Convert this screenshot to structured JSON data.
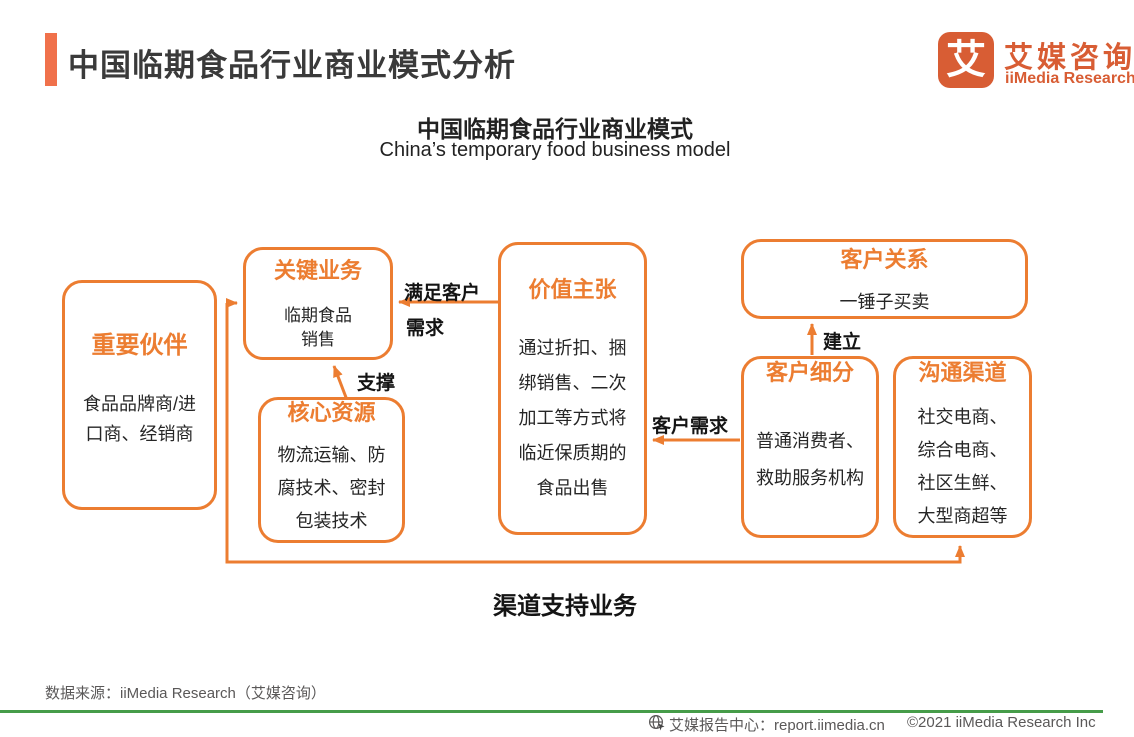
{
  "colors": {
    "accent_orange": "#EC7D31",
    "title_bar_orange": "#F0714B",
    "logo_orange": "#D85D34",
    "divider_green": "#469C49"
  },
  "header": {
    "title": "中国临期食品行业商业模式分析",
    "logo": {
      "icon_char": "艾",
      "brand_cn": "艾媒咨询",
      "brand_en": "iiMedia Research"
    }
  },
  "subtitle": {
    "cn": "中国临期食品行业商业模式",
    "en": "China’s temporary food business model"
  },
  "diagram": {
    "boxes": {
      "partners": {
        "title": "重要伙伴",
        "lines": [
          "食品品牌商/进",
          "口商、经销商"
        ]
      },
      "key_business": {
        "title": "关键业务",
        "lines": [
          "临期食品",
          "销售"
        ]
      },
      "core_resources": {
        "title": "核心资源",
        "lines": [
          "物流运输、防",
          "腐技术、密封",
          "包装技术"
        ]
      },
      "value_proposition": {
        "title": "价值主张",
        "lines": [
          "通过折扣、捆",
          "绑销售、二次",
          "加工等方式将",
          "临近保质期的",
          "食品出售"
        ]
      },
      "customer_relations": {
        "title": "客户关系",
        "lines": [
          "一锤子买卖"
        ]
      },
      "customer_segments": {
        "title": "客户细分",
        "lines": [
          "普通消费者、",
          "救助服务机构"
        ]
      },
      "channels": {
        "title": "沟通渠道",
        "lines": [
          "社交电商、",
          "综合电商、",
          "社区生鲜、",
          "大型商超等"
        ]
      }
    },
    "labels": {
      "satisfy_line1": "满足客户",
      "satisfy_line2": "需求",
      "support": "支撑",
      "establish": "建立",
      "customer_demand": "客户需求",
      "channel_support": "渠道支持业务"
    }
  },
  "footer": {
    "source": "数据来源：iiMedia Research（艾媒咨询）",
    "report_center": "艾媒报告中心：report.iimedia.cn",
    "copyright": "©2021  iiMedia Research Inc"
  }
}
